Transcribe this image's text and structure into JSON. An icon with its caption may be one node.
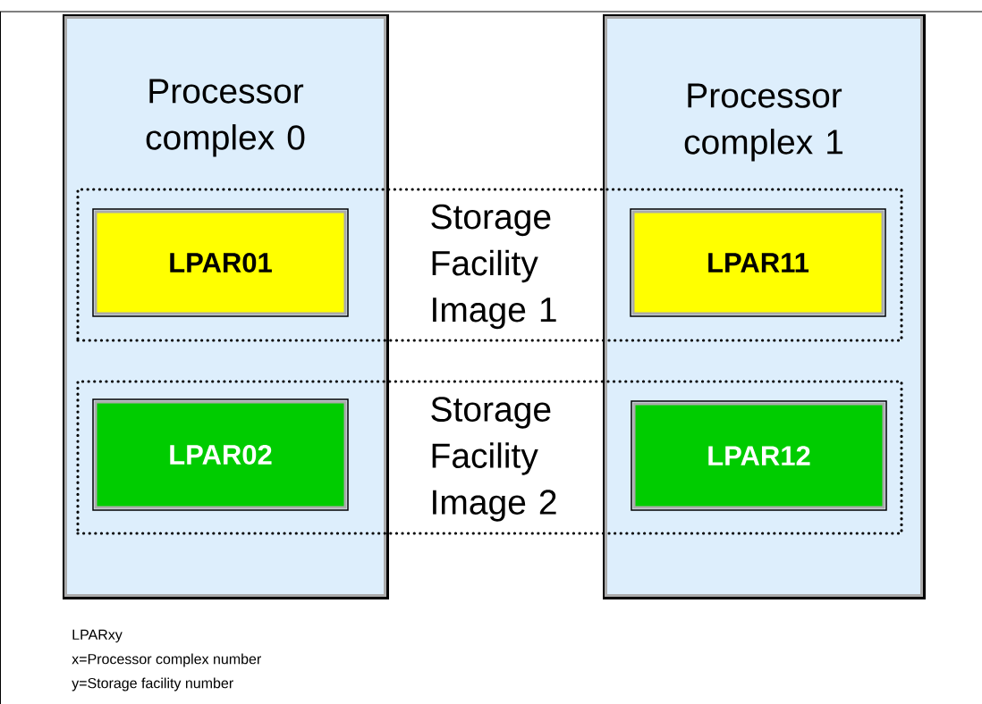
{
  "diagram": {
    "nodes": [
      {
        "text": [
          "Processor complex 0"
        ]
      },
      {
        "text": [
          "Processor complex 1"
        ]
      },
      {
        "text": [
          "Storage Facility Image 1"
        ]
      },
      {
        "text": [
          "LPAR01"
        ]
      },
      {
        "text": [
          "LPAR11"
        ]
      },
      {
        "text": [
          "Storage Facility Image 2"
        ]
      },
      {
        "text": [
          "LPAR02"
        ]
      },
      {
        "text": [
          "LPAR12"
        ]
      }
    ],
    "edges": [],
    "labels": [
      "LPARxy",
      "x=Processor complex number",
      "y=Storage facility number"
    ]
  }
}
